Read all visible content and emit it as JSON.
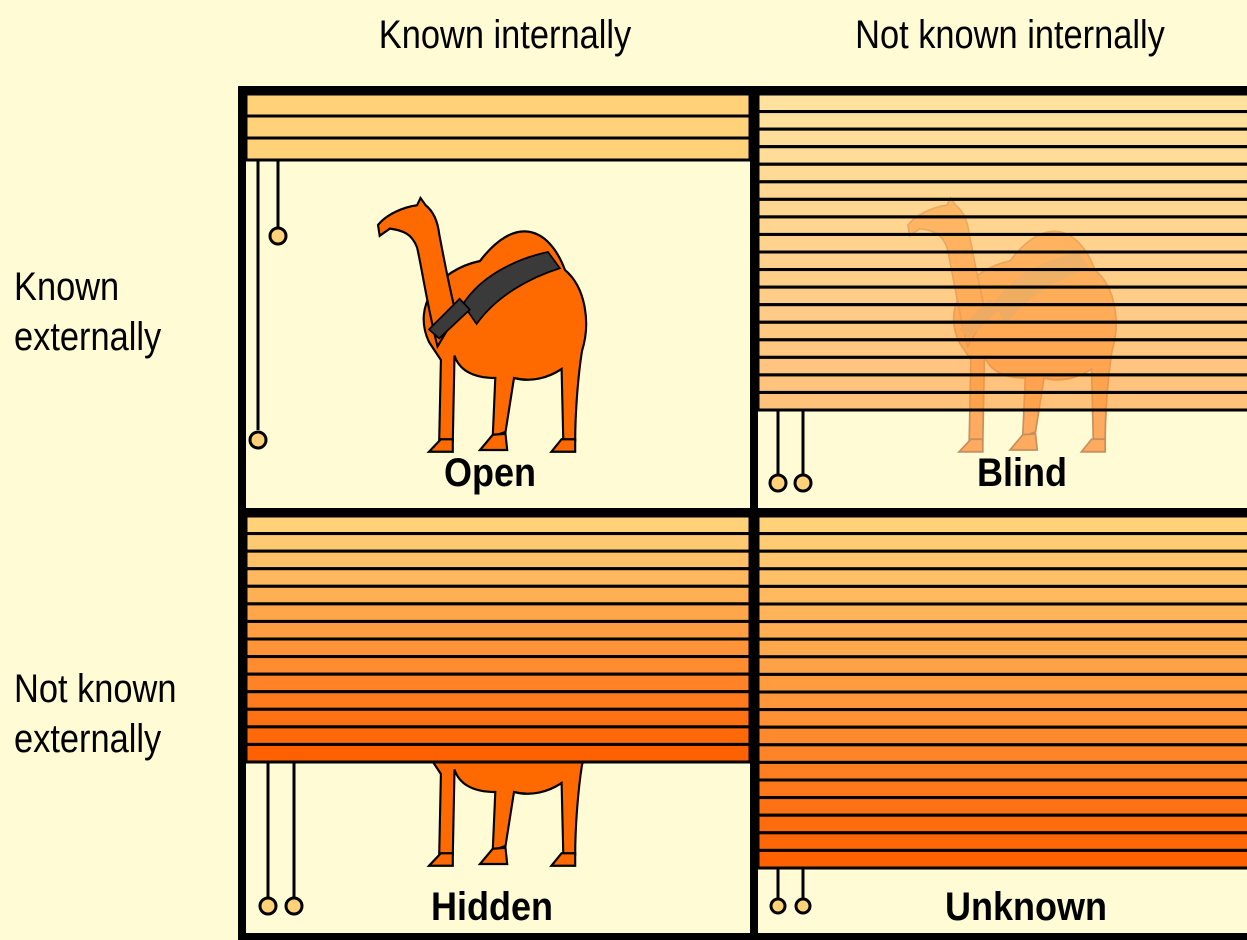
{
  "columns": {
    "known_internally": "Known internally",
    "not_known_internally": "Not known internally"
  },
  "rows": {
    "known_externally": [
      "Known",
      "externally"
    ],
    "not_known_externally": [
      "Not known",
      "externally"
    ]
  },
  "quadrants": {
    "open": "Open",
    "blind": "Blind",
    "hidden": "Hidden",
    "unknown": "Unknown"
  },
  "colors": {
    "background": "#fffbd4",
    "frame": "#000000",
    "camel": "#ff6a00",
    "saddle": "#3a3a3a",
    "slat_light": "#ffd27a",
    "slat_mid": "#ffa500",
    "slat_dark": "#ff6000"
  },
  "icons": [
    "camel-icon",
    "blind-pull-cord-icon"
  ]
}
